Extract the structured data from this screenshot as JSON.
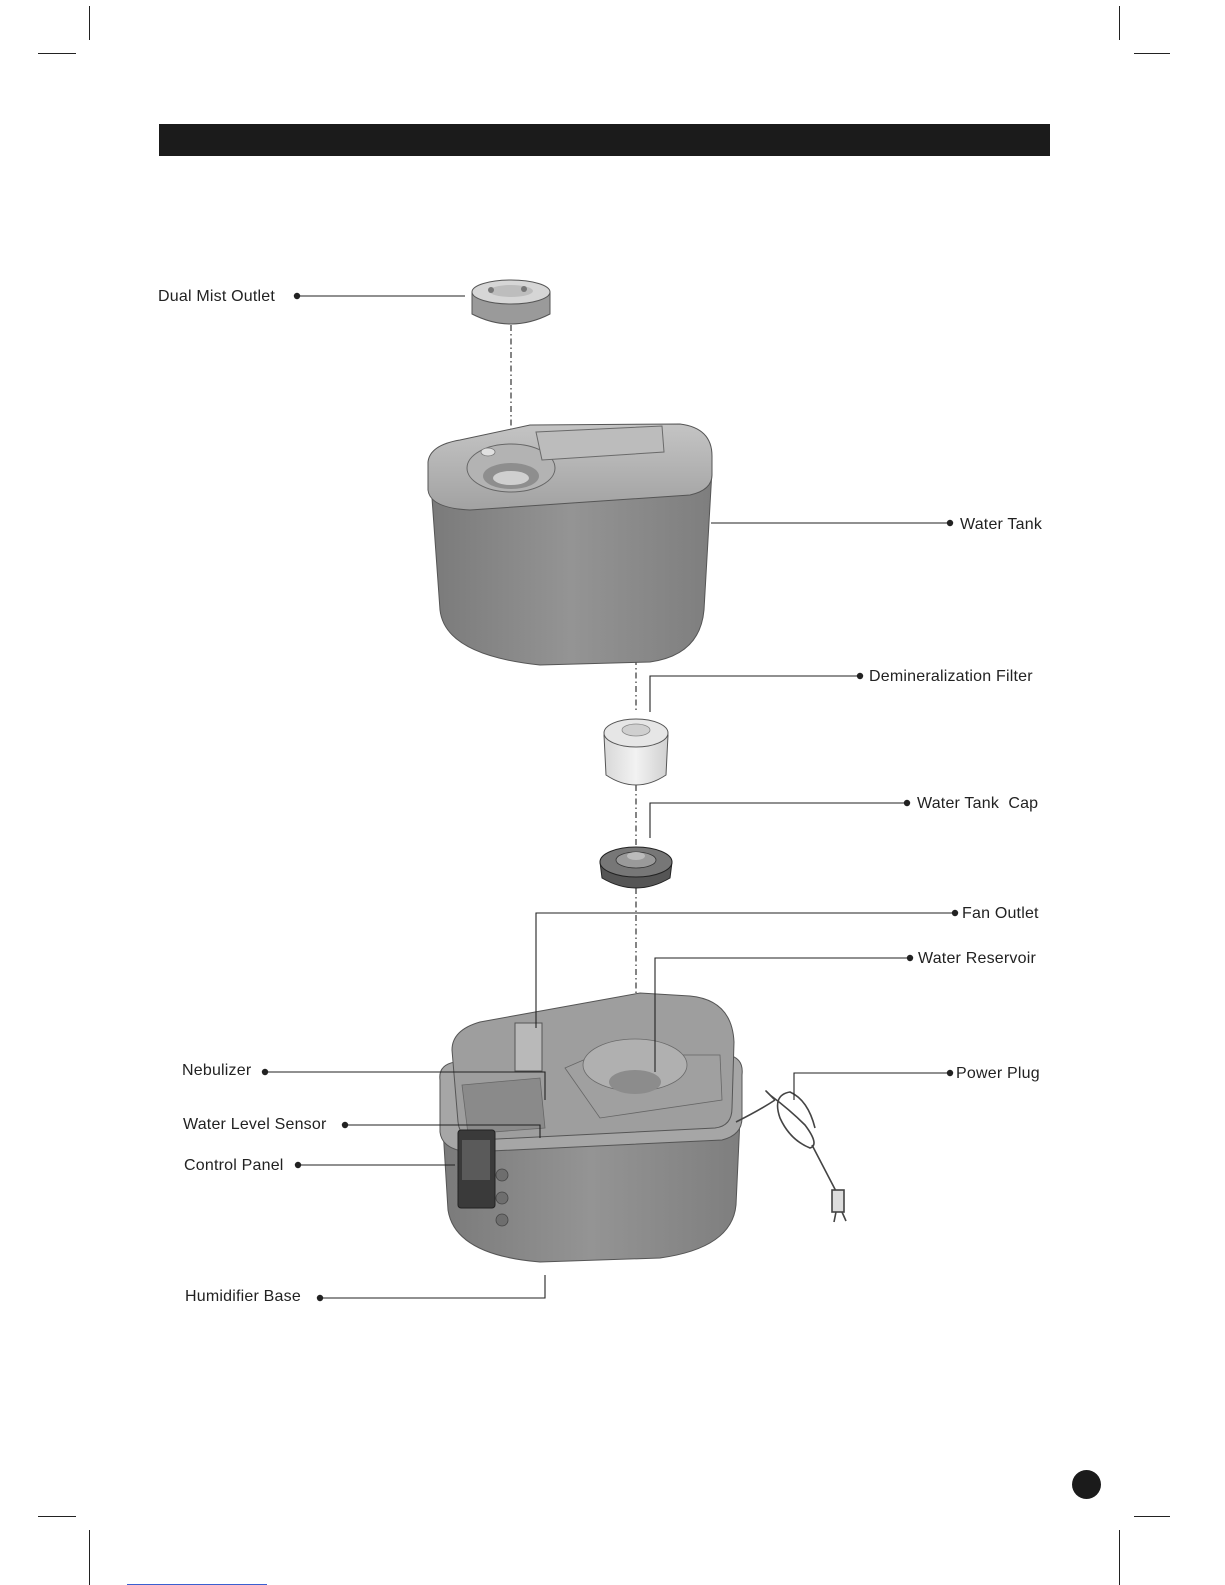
{
  "diagram": {
    "labels": {
      "dual_mist_outlet": "Dual Mist Outlet",
      "water_tank": "Water Tank",
      "demineralization_filter": "Demineralization Filter",
      "water_tank_cap": "Water Tank  Cap",
      "fan_outlet": "Fan Outlet",
      "water_reservoir": "Water Reservoir",
      "power_plug": "Power Plug",
      "nebulizer": "Nebulizer",
      "water_level_sensor": "Water Level Sensor",
      "control_panel": "Control Panel",
      "humidifier_base": "Humidifier Base"
    },
    "part_color": "#8c8c8c",
    "lid_color": "#a9a9a9"
  }
}
